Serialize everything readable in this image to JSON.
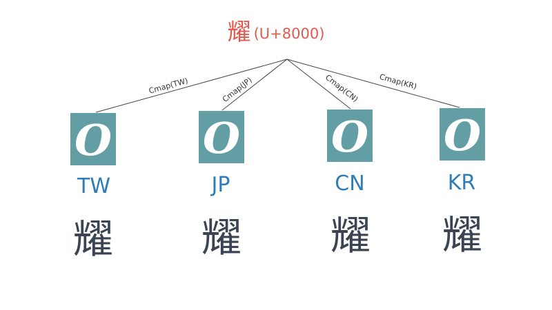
{
  "root": {
    "glyph": "耀",
    "codepoint": "(U+8000)"
  },
  "branches": [
    {
      "cmap_label": "Cmap(TW)",
      "locale": "TW",
      "font_glyph": "O",
      "result_glyph": "耀"
    },
    {
      "cmap_label": "Cmap(JP)",
      "locale": "JP",
      "font_glyph": "O",
      "result_glyph": "耀"
    },
    {
      "cmap_label": "Cmap(CN)",
      "locale": "CN",
      "font_glyph": "O",
      "result_glyph": "耀"
    },
    {
      "cmap_label": "Cmap(KR)",
      "locale": "KR",
      "font_glyph": "O",
      "result_glyph": "耀"
    }
  ],
  "colors": {
    "root": "#e05a4e",
    "box": "#629ea3",
    "locale": "#2e7dba",
    "glyph": "#3a4452",
    "line": "#444444"
  }
}
